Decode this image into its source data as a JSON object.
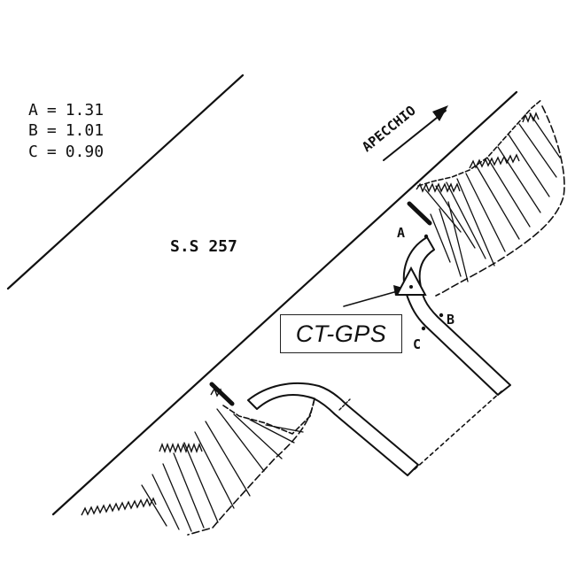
{
  "legend": {
    "rows": [
      {
        "key": "A",
        "sep": "=",
        "value": "1.31"
      },
      {
        "key": "B",
        "sep": "=",
        "value": "1.01"
      },
      {
        "key": "C",
        "sep": "=",
        "value": "0.90"
      }
    ]
  },
  "road_label": "S.S 257",
  "direction_label": "APECCHIO",
  "station_label": "CT-GPS",
  "points": {
    "a": "A",
    "b": "B",
    "c": "C"
  }
}
